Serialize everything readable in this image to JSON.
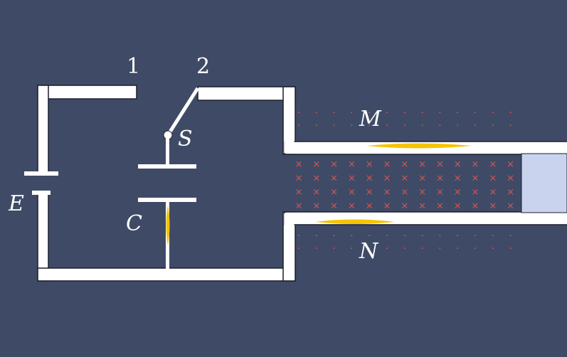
{
  "labels": {
    "terminal_1": "1",
    "terminal_2": "2",
    "switch": "S",
    "battery": "E",
    "capacitor": "C",
    "rail_top": "M",
    "rail_bottom": "N"
  },
  "symbols": {
    "field_into_page": "×",
    "field_dot": "·"
  },
  "colors": {
    "background": "#3f4b66",
    "wire": "#ffffff",
    "wire_edge": "#1a1f2e",
    "spark": "#f5c400",
    "field_marks": "#d9544f",
    "bar": "#c9d3ee"
  }
}
